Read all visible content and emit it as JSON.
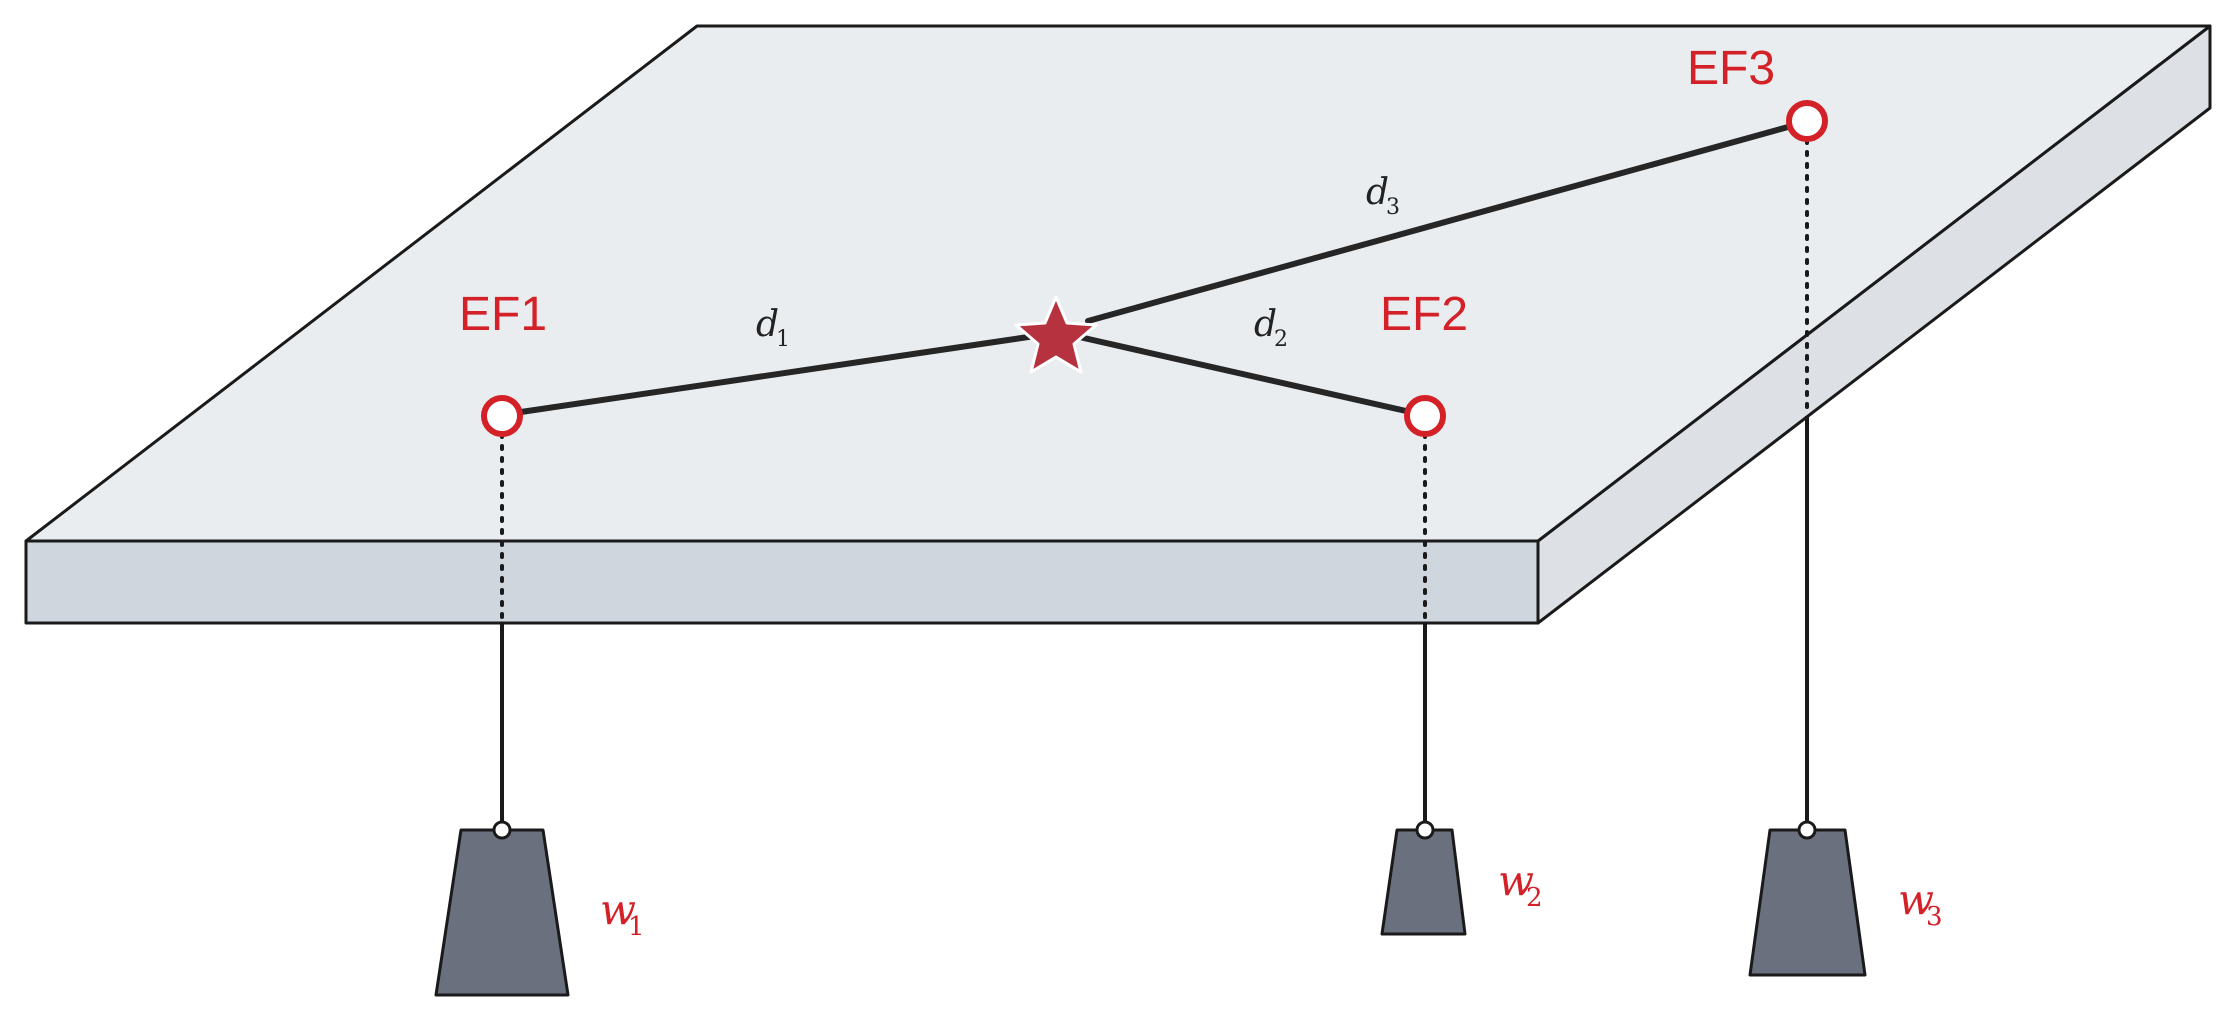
{
  "colors": {
    "plate_top": "#eaedf0",
    "plate_front": "#d0d6dd",
    "plate_side": "#dde1e5",
    "outline": "#1a1a1a",
    "accent_red": "#d42027",
    "star": "#b7323f",
    "weight": "#6a707d"
  },
  "effectors": [
    {
      "label": "EF1"
    },
    {
      "label": "EF2"
    },
    {
      "label": "EF3"
    }
  ],
  "distances": [
    {
      "base": "d",
      "sub": "1"
    },
    {
      "base": "d",
      "sub": "2"
    },
    {
      "base": "d",
      "sub": "3"
    }
  ],
  "weights": [
    {
      "base": "w",
      "sub": "1"
    },
    {
      "base": "w",
      "sub": "2"
    },
    {
      "base": "w",
      "sub": "3"
    }
  ]
}
